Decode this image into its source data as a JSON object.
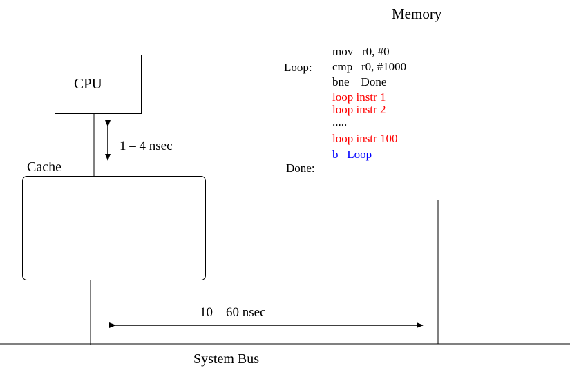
{
  "cpu": {
    "label": "CPU"
  },
  "cache": {
    "label": "Cache"
  },
  "memory": {
    "title": "Memory",
    "labels": {
      "loop": "Loop:",
      "done": "Done:"
    },
    "code": [
      {
        "text": "mov   r0, #0",
        "color": "#000000"
      },
      {
        "text": "cmp   r0, #1000",
        "color": "#000000"
      },
      {
        "text": "bne    Done",
        "color": "#000000"
      },
      {
        "text": "loop instr 1",
        "color": "#ff0000"
      },
      {
        "text": "loop instr 2",
        "color": "#ff0000"
      },
      {
        "text": ".....",
        "color": "#000000"
      },
      {
        "text": "loop instr 100",
        "color": "#ff0000"
      },
      {
        "text": "b   Loop",
        "color": "#0000ff"
      }
    ]
  },
  "latency": {
    "cpu_cache": "1 – 4 nsec",
    "bus": "10 – 60 nsec"
  },
  "bus": {
    "label": "System Bus"
  }
}
